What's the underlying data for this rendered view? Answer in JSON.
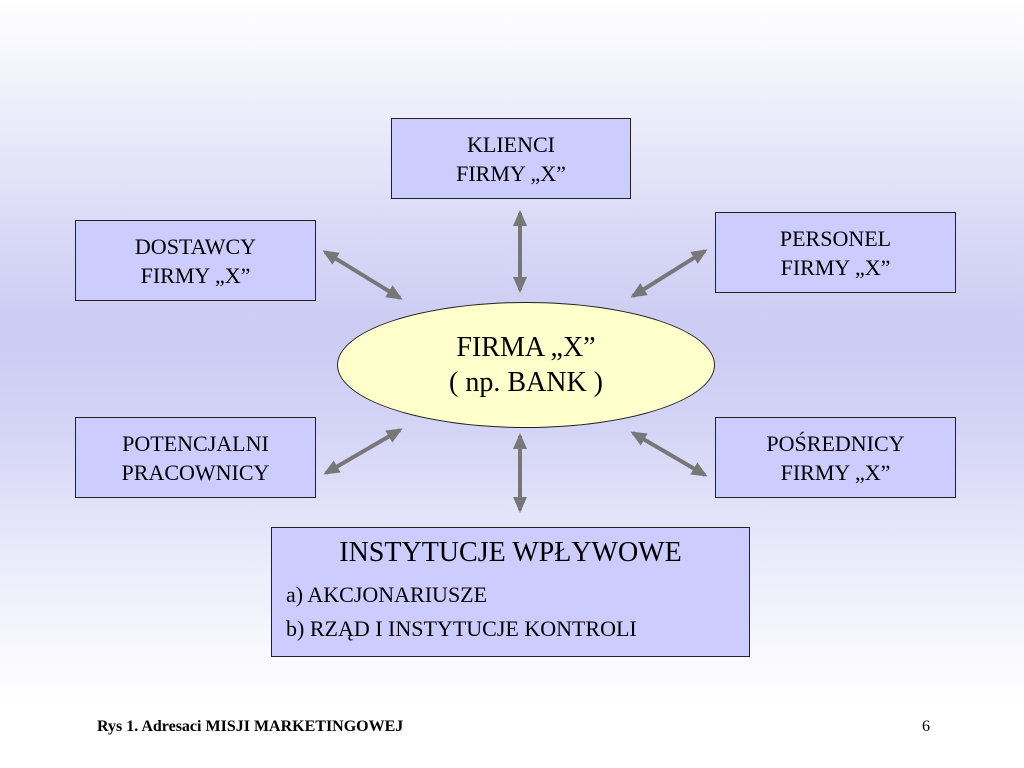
{
  "diagram": {
    "center": {
      "line1": "FIRMA „X”",
      "line2": "( np. BANK )"
    },
    "nodes": {
      "klienci": {
        "line1": "KLIENCI",
        "line2": "FIRMY „X”"
      },
      "dostawcy": {
        "line1": "DOSTAWCY",
        "line2": "FIRMY „X”"
      },
      "personel": {
        "line1": "PERSONEL",
        "line2": "FIRMY „X”"
      },
      "potencjal": {
        "line1": "POTENCJALNI",
        "line2": "PRACOWNICY"
      },
      "posrednic": {
        "line1": "POŚREDNICY",
        "line2": "FIRMY „X”"
      },
      "instytucje": {
        "title": "INSTYTUCJE WPŁYWOWE",
        "items": [
          "a) AKCJONARIUSZE",
          "b) RZĄD I INSTYTUCJE KONTROLI"
        ]
      }
    },
    "connector_style": {
      "arrow_color": "#777777"
    },
    "colors": {
      "node_fill": "#ccccff",
      "center_fill": "#ffffcc",
      "border": "#222222"
    }
  },
  "footer": {
    "caption_prefix": "Rys 1. Adresaci ",
    "caption_emphasis": "MISJI MARKETINGOWEJ",
    "page_number": "6"
  }
}
